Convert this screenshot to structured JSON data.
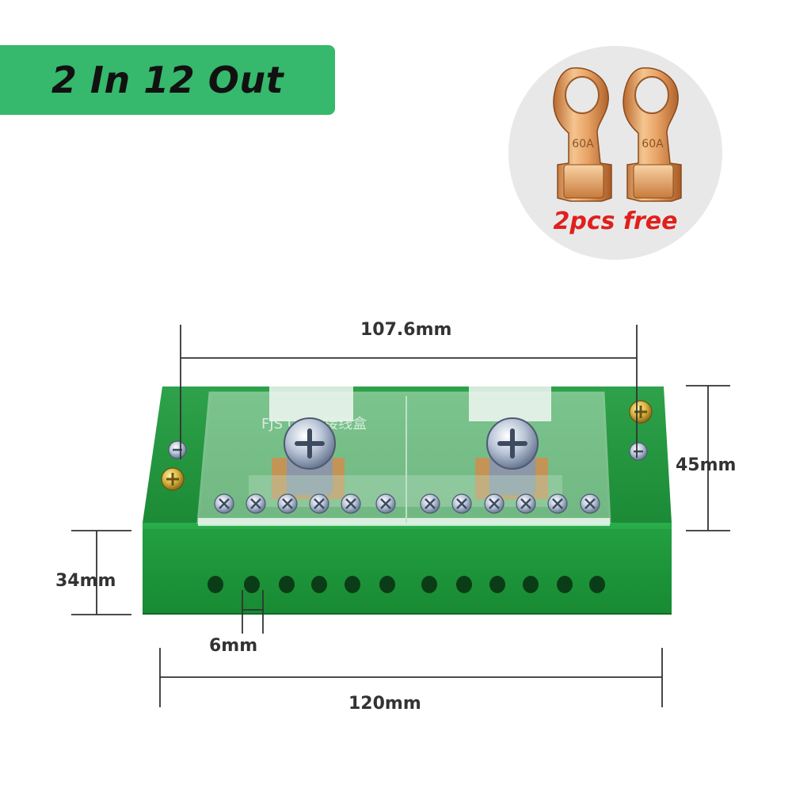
{
  "banner": {
    "title": "2 In 12 Out",
    "color": "#36b86d"
  },
  "accessory": {
    "label": "2pcs free",
    "lug_marking": "60A",
    "label_color": "#e0201d"
  },
  "product": {
    "box_label": "FJS UHD 接线盒",
    "body_color": "#1f9a3c",
    "top_screw_count": 12,
    "bottom_hole_count": 12,
    "main_bolt_count": 2
  },
  "dimensions": {
    "top_width": "107.6mm",
    "height": "45mm",
    "lower_height": "34mm",
    "hole": "6mm",
    "total_width": "120mm"
  }
}
